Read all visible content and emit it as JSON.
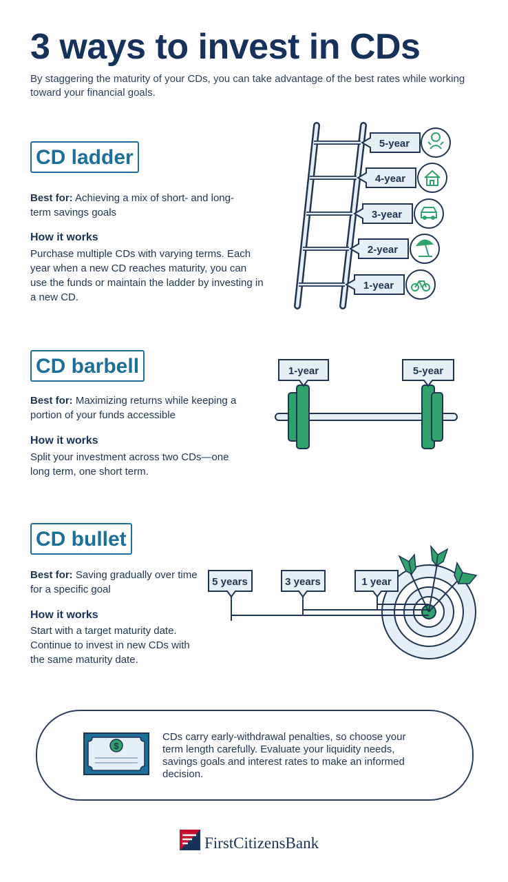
{
  "title": "3 ways to invest in CDs",
  "subtitle": "By staggering the maturity of your CDs, you can take advantage of the best rates while working toward your financial goals.",
  "ladder": {
    "heading": "CD ladder",
    "best_for_label": "Best for:",
    "best_for_text": "Achieving a mix of short- and long-term savings goals",
    "how_title": "How it works",
    "how_text": "Purchase multiple CDs with varying terms. Each year when a new CD reaches maturity, you can use the funds or maintain the ladder by investing in a new CD.",
    "rungs": [
      {
        "label": "5-year",
        "icon": "baby-icon"
      },
      {
        "label": "4-year",
        "icon": "house-icon"
      },
      {
        "label": "3-year",
        "icon": "car-icon"
      },
      {
        "label": "2-year",
        "icon": "beach-umbrella-icon"
      },
      {
        "label": "1-year",
        "icon": "bicycle-icon"
      }
    ]
  },
  "barbell": {
    "heading": "CD barbell",
    "best_for_label": "Best for:",
    "best_for_text": "Maximizing returns while keeping a portion of your funds accessible",
    "how_title": "How it works",
    "how_text": "Split your investment across two CDs—one long term, one short term.",
    "left_label": "1-year",
    "right_label": "5-year"
  },
  "bullet": {
    "heading": "CD bullet",
    "best_for_label": "Best for:",
    "best_for_text": "Saving gradually over time for a specific goal",
    "how_title": "How it works",
    "how_text": "Start with a target maturity date. Continue to invest in new CDs with the same maturity date.",
    "labels": [
      "5 years",
      "3 years",
      "1 year"
    ]
  },
  "note": {
    "text": "CDs carry early-withdrawal penalties, so choose your term length carefully. Evaluate your liquidity needs, savings goals and interest rates to make an informed decision.",
    "icon": "dollar-bill-icon"
  },
  "brand": {
    "name": "FirstCitizensBank",
    "logo_icon": "first-citizens-flag-icon"
  },
  "colors": {
    "navy": "#16325c",
    "teal": "#1e6e9a",
    "green": "#2fa36b",
    "light_blue": "#e6eef6"
  }
}
